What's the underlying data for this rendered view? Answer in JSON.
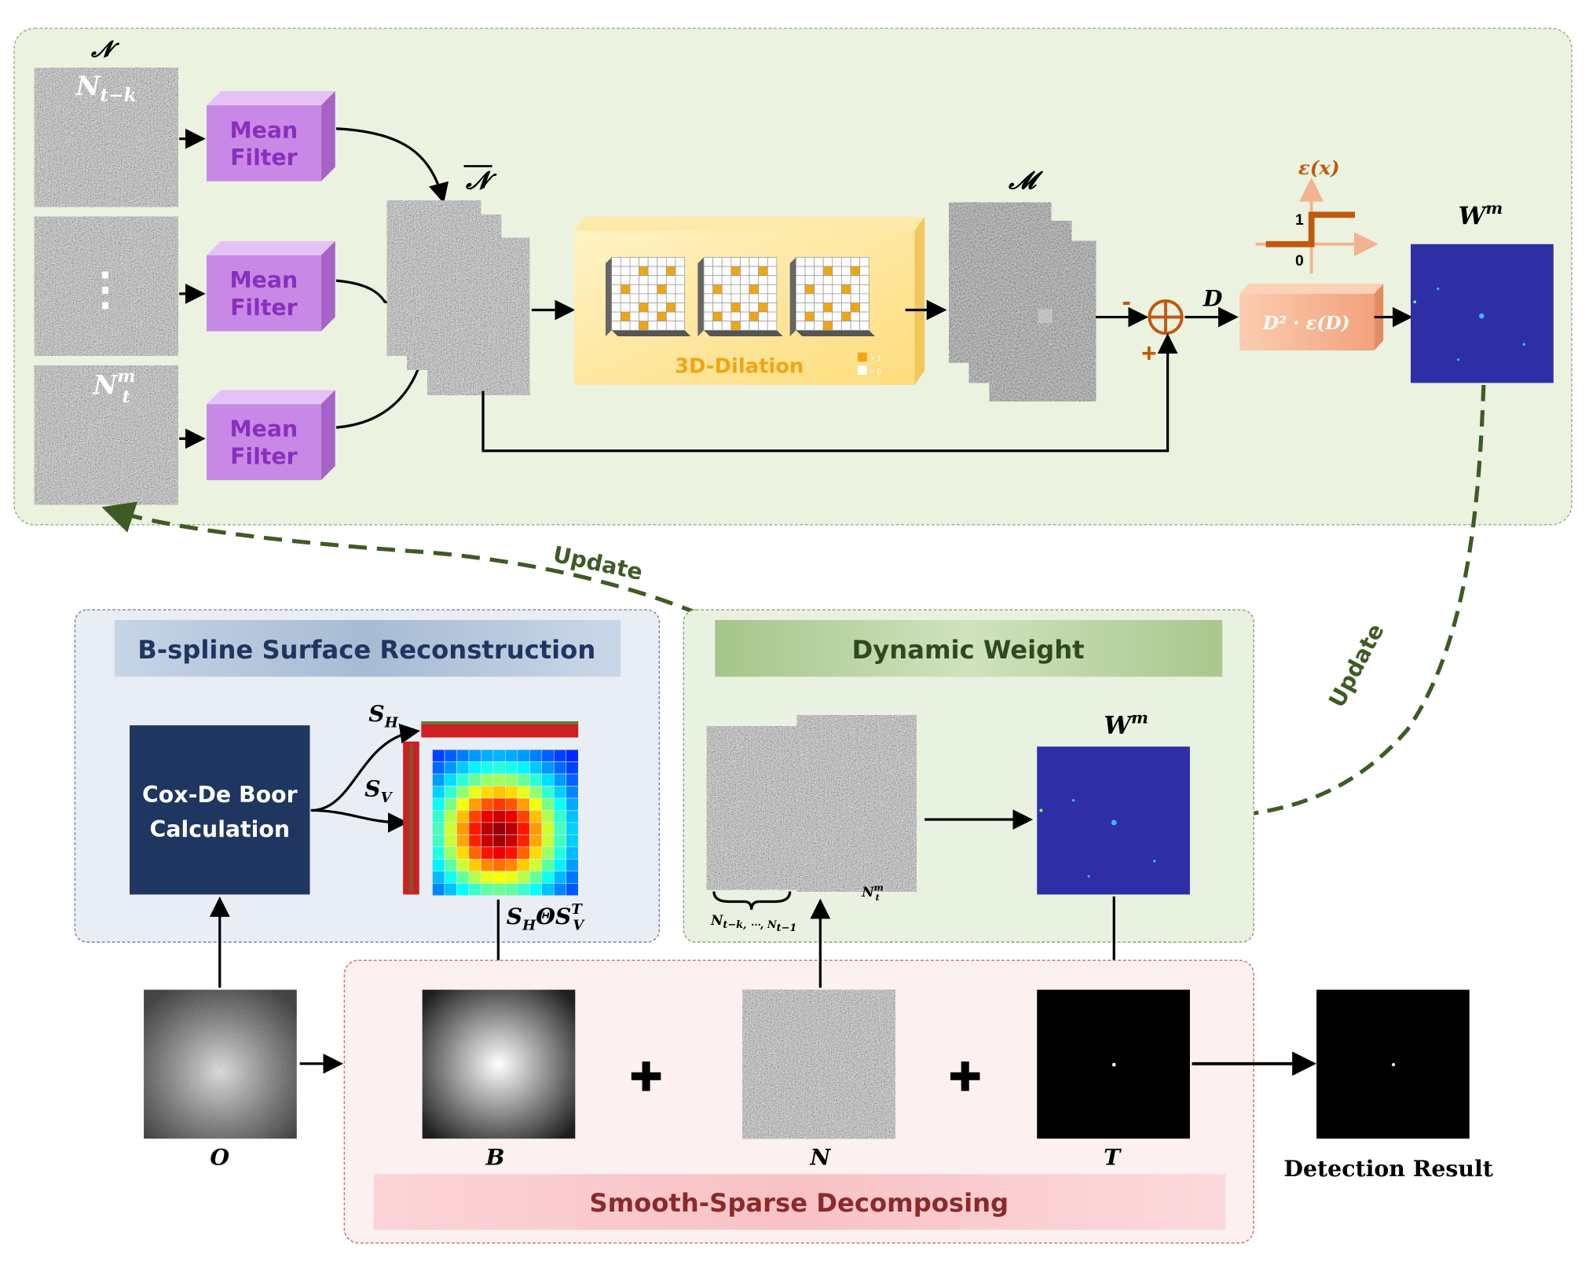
{
  "panels": {
    "bspline_title": "B-spline Surface Reconstruction",
    "dynamic_title": "Dynamic Weight",
    "decompose_title": "Smooth-Sparse Decomposing"
  },
  "top": {
    "N_cal": "𝓝",
    "N_tk": "N",
    "N_tk_sub": "t−k",
    "N_tm": "N",
    "N_tm_sup": "m",
    "N_tm_sub": "t",
    "ellipsis": "⋮",
    "mean_filter_l1": "Mean",
    "mean_filter_l2": "Filter",
    "N_bar": "𝓝",
    "M_cal": "𝓜",
    "dilation_label": "3D-Dilation",
    "legend_one": "= 1",
    "legend_zero": "= 0",
    "minus": "-",
    "plus": "+",
    "D": "D",
    "eps_label": "ε(x)",
    "step_one": "1",
    "step_zero": "0",
    "dfunc": "D² · ε(D)",
    "W_top": "W",
    "W_sup": "m"
  },
  "update_left": "Update",
  "update_right": "Update",
  "bspline": {
    "cox_l1": "Cox-De Boor",
    "cox_l2": "Calculation",
    "SH": "S",
    "SH_sub": "H",
    "SV": "S",
    "SV_sub": "V",
    "SHSV": "S",
    "SHSV_sub1": "H",
    "SHSV_op": "ΘS",
    "SHSV_sup": "T",
    "SHSV_sub2": "V"
  },
  "dynamic": {
    "W_mid": "W",
    "W_mid_sup": "m",
    "brace_label": "N",
    "brace_rest": "t−k, ⋯, N",
    "brace_last": "t−1",
    "ntm": "N",
    "ntm_sup": "m",
    "ntm_sub": "t"
  },
  "bottom": {
    "O": "O",
    "B": "B",
    "N": "N",
    "T": "T",
    "plus1": "✚",
    "plus2": "✚",
    "detection": "Detection Result"
  },
  "colors": {
    "top_panel_bg": "#ebf2e0",
    "bspline_bg": "#e9eef6",
    "dynamic_bg": "#e9f1e0",
    "decompose_bg": "#fcf0f0",
    "mean_filter": "#c889e6",
    "dilation_box": "#fde08a",
    "dfunc_box": "#f5b08c",
    "accent_orange": "#c0580e",
    "heatmap_blue": "#2e2fa6",
    "cox_box": "#1f3660",
    "update_arrow": "#3e5b24"
  }
}
